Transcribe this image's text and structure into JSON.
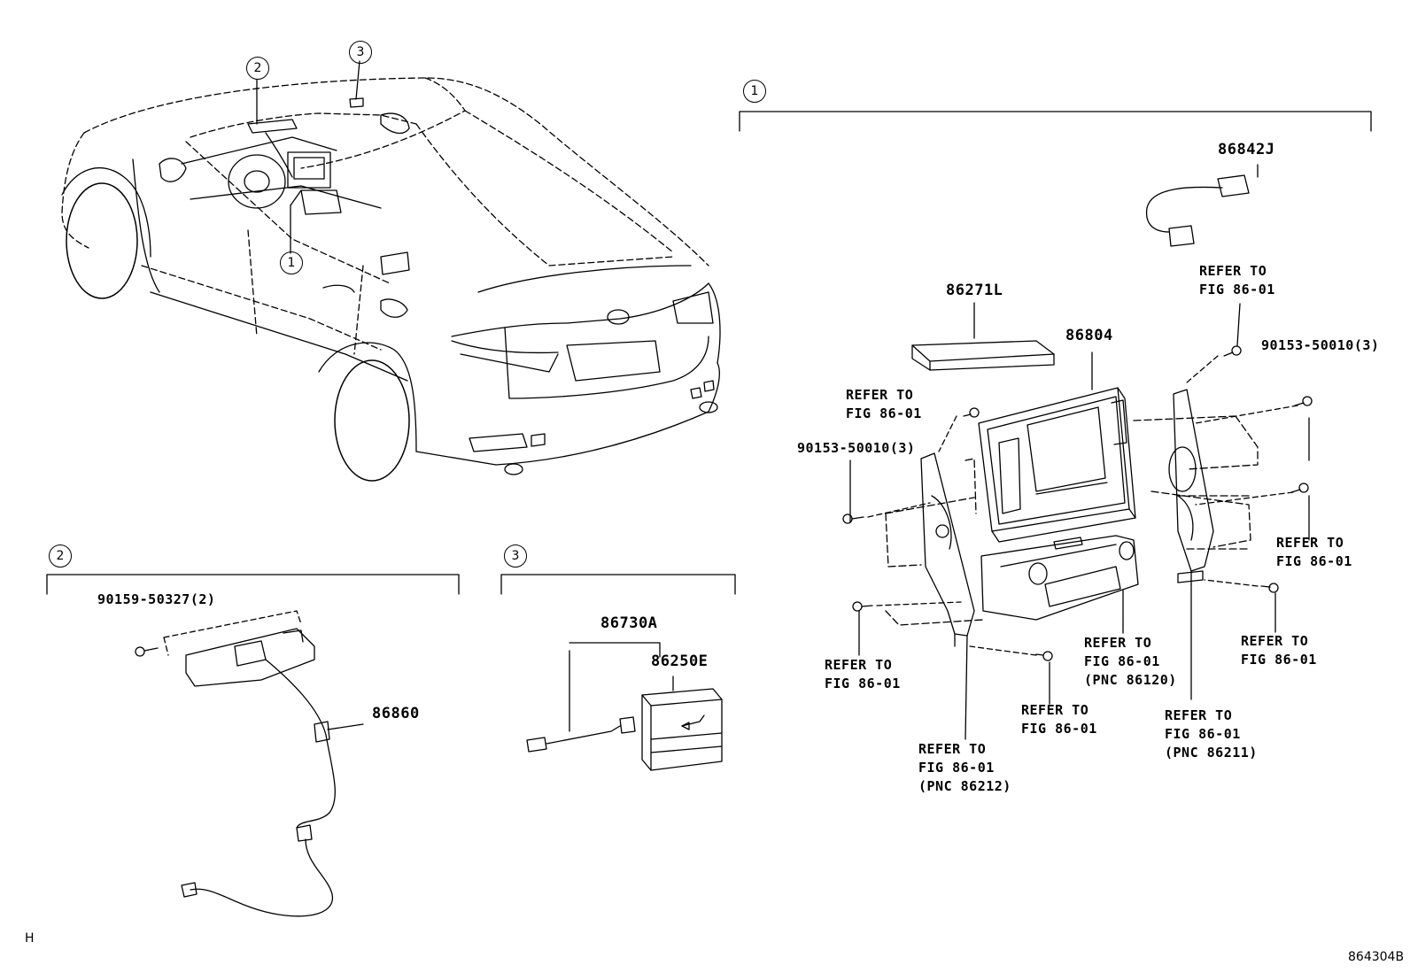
{
  "callouts": {
    "car_2": "2",
    "car_3": "3",
    "car_1": "1",
    "group1": "1",
    "group2": "2",
    "group3": "3"
  },
  "labels": {
    "p86842J": "86842J",
    "p86271L": "86271L",
    "p86804": "86804",
    "refer_top_right": "REFER TO\nFIG 86-01",
    "screw_top_right": "90153-50010(3)",
    "refer_left_top": "REFER TO\nFIG 86-01",
    "screw_left": "90153-50010(3)",
    "refer_right_mid": "REFER TO\nFIG 86-01",
    "refer_left_bottom": "REFER TO\nFIG 86-01",
    "refer_pnc86120": "REFER TO\nFIG 86-01\n(PNC 86120)",
    "refer_right_low": "REFER TO\nFIG 86-01",
    "refer_center_low": "REFER TO\nFIG 86-01",
    "refer_pnc86211": "REFER TO\nFIG 86-01\n(PNC 86211)",
    "refer_pnc86212": "REFER TO\nFIG 86-01\n(PNC 86212)",
    "screw_86159": "90159-50327(2)",
    "p86860": "86860",
    "p86730A": "86730A",
    "p86250E": "86250E"
  },
  "footer": {
    "left_mark": "H",
    "figure_code": "864304B"
  }
}
